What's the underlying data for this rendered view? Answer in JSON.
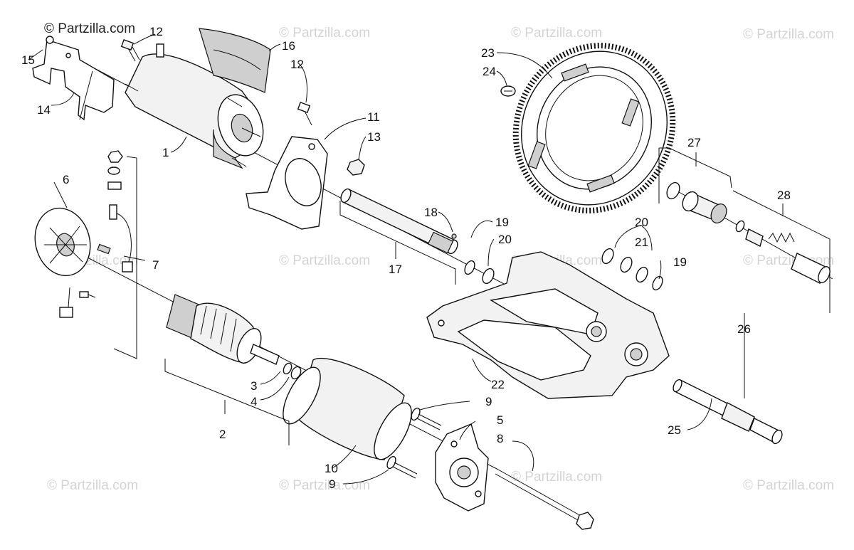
{
  "watermark": {
    "top_left": "© Partzilla.com",
    "repeat": "© Partzilla.com"
  },
  "callouts": {
    "n1": "1",
    "n2": "2",
    "n3": "3",
    "n4": "4",
    "n5": "5",
    "n6": "6",
    "n7": "7",
    "n8": "8",
    "n9a": "9",
    "n9b": "9",
    "n10": "10",
    "n11": "11",
    "n12a": "12",
    "n12b": "12",
    "n13": "13",
    "n14": "14",
    "n15": "15",
    "n16": "16",
    "n17": "17",
    "n18": "18",
    "n19a": "19",
    "n19b": "19",
    "n20a": "20",
    "n20b": "20",
    "n21": "21",
    "n22": "22",
    "n23": "23",
    "n24": "24",
    "n25": "25",
    "n26": "26",
    "n27": "27",
    "n28": "28"
  }
}
